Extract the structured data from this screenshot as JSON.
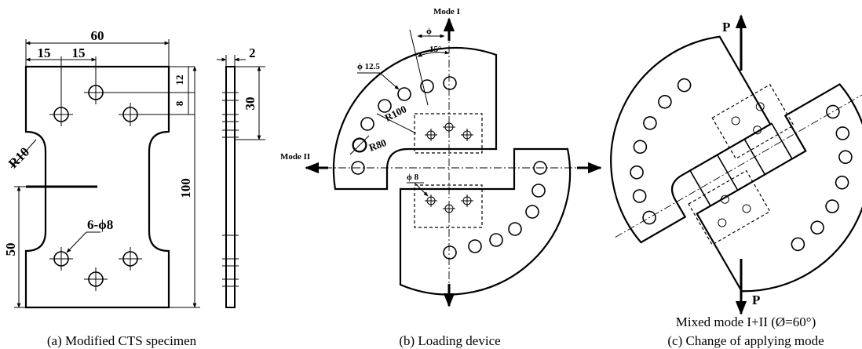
{
  "panel_a": {
    "dim_60": "60",
    "dim_15a": "15",
    "dim_15b": "15",
    "dim_12": "12",
    "dim_8": "8",
    "dim_2": "2",
    "dim_30": "30",
    "dim_R10": "R10",
    "dim_100": "100",
    "dim_50": "50",
    "dim_holes": "6-ϕ8",
    "caption": "(a) Modified CTS specimen"
  },
  "panel_b": {
    "mode_1": "Mode I",
    "mode_2": "Mode II",
    "dim_phi": "ϕ",
    "dim_15deg": "15°",
    "dim_12_5": "ϕ 12.5",
    "dim_R100": "R100",
    "dim_R80": "R80",
    "dim_phi8": "ϕ 8",
    "caption": "(b) Loading device"
  },
  "panel_c": {
    "load_top": "P",
    "load_bottom": "P",
    "caption_line1": "Mixed mode I+II (Ø=60°)",
    "caption_line2": "(c) Change of applying mode"
  }
}
